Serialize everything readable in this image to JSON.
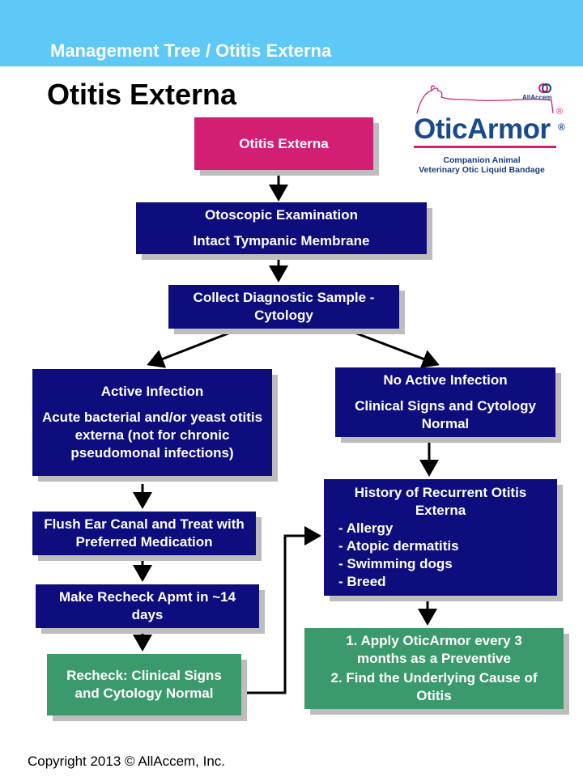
{
  "header": {
    "banner": "Management Tree / Otitis Externa",
    "title": "Otitis Externa"
  },
  "logo": {
    "company": "AllAccem",
    "brand": "OticArmor",
    "registered": "®",
    "subtitle_line1": "Companion Animal",
    "subtitle_line2": "Veterinary Otic Liquid Bandage"
  },
  "nodes": {
    "start": "Otitis Externa",
    "exam_line1": "Otoscopic Examination",
    "exam_line2": "Intact Tympanic Membrane",
    "sample": "Collect Diagnostic Sample - Cytology",
    "active_title": "Active Infection",
    "active_desc": "Acute bacterial and/or yeast otitis externa (not for chronic pseudomonal infections)",
    "no_active_title": "No Active Infection",
    "no_active_desc": "Clinical Signs and Cytology Normal",
    "flush": "Flush Ear Canal and Treat with Preferred Medication",
    "recheck_apmt": "Make Recheck Apmt in ~14 days",
    "recheck_normal": "Recheck: Clinical Signs and Cytology Normal",
    "history_title": "History of Recurrent Otitis Externa",
    "history_items": [
      "- Allergy",
      "- Atopic dermatitis",
      "- Swimming dogs",
      "- Breed"
    ],
    "action1": "1. Apply OticArmor every 3 months as a Preventive",
    "action2": "2. Find the Underlying Cause of Otitis"
  },
  "footer": {
    "copyright": "Copyright 2013 © AllAccem, Inc."
  },
  "colors": {
    "banner": "#5ec8f7",
    "navy": "#0d0d7d",
    "pink": "#d21f73",
    "green": "#3b9a6b",
    "shadow": "#bdbdbd"
  }
}
